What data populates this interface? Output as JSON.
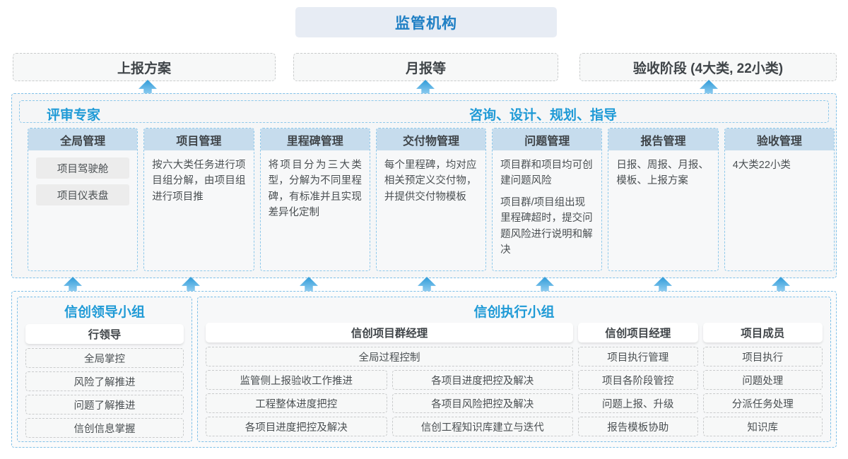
{
  "top": {
    "regulator": "监管机构",
    "report_boxes": [
      "上报方案",
      "月报等",
      "验收阶段 (4大类, 22小类)"
    ]
  },
  "middle": {
    "header_left": "评审专家",
    "header_right": "咨询、设计、规划、指导",
    "cards": [
      {
        "title": "全局管理",
        "pills": [
          "项目驾驶舱",
          "项目仪表盘"
        ],
        "paragraphs": []
      },
      {
        "title": "项目管理",
        "pills": [],
        "paragraphs": [
          "按六大类任务进行项目组分解，由项目组进行项目推"
        ]
      },
      {
        "title": "里程碑管理",
        "pills": [],
        "paragraphs": [
          "将项目分为三大类型，分解为不同里程碑，有标准并且实现差异化定制"
        ]
      },
      {
        "title": "交付物管理",
        "pills": [],
        "paragraphs": [
          "每个里程碑，均对应相关预定义交付物，并提供交付物模板"
        ]
      },
      {
        "title": "问题管理",
        "pills": [],
        "paragraphs": [
          "项目群和项目均可创建问题风险",
          "项目群/项目组出现里程碑超时，提交问题风险进行说明和解决"
        ]
      },
      {
        "title": "报告管理",
        "pills": [],
        "paragraphs": [
          "日报、周报、月报、模板、上报方案"
        ]
      },
      {
        "title": "验收管理",
        "pills": [],
        "paragraphs": [
          "4大类22小类"
        ]
      }
    ]
  },
  "bottom": {
    "leader_group": {
      "title": "信创领导小组",
      "role": "行领导",
      "tasks": [
        "全局掌控",
        "风险了解推进",
        "问题了解推进",
        "信创信息掌握"
      ]
    },
    "exec_group": {
      "title": "信创执行小组",
      "program_manager": {
        "role": "信创项目群经理",
        "full_width_task": "全局过程控制",
        "left_tasks": [
          "监管侧上报验收工作推进",
          "工程整体进度把控",
          "各项目进度把控及解决"
        ],
        "right_tasks": [
          "各项目进度把控及解决",
          "各项目风险把控及解决",
          "信创工程知识库建立与迭代"
        ]
      },
      "project_manager": {
        "role": "信创项目经理",
        "tasks": [
          "项目执行管理",
          "项目各阶段管控",
          "问题上报、升级",
          "报告模板协助"
        ]
      },
      "member": {
        "role": "项目成员",
        "tasks": [
          "项目执行",
          "问题处理",
          "分派任务处理",
          "知识库"
        ]
      }
    }
  },
  "colors": {
    "accent_blue": "#1f9ad6",
    "title_blue": "#1f7fc4",
    "card_header": "#c6dced",
    "panel_bg": "#f5f6f7",
    "dashed_blue": "#7fc0e8",
    "dashed_gray": "#c9cbcc"
  }
}
